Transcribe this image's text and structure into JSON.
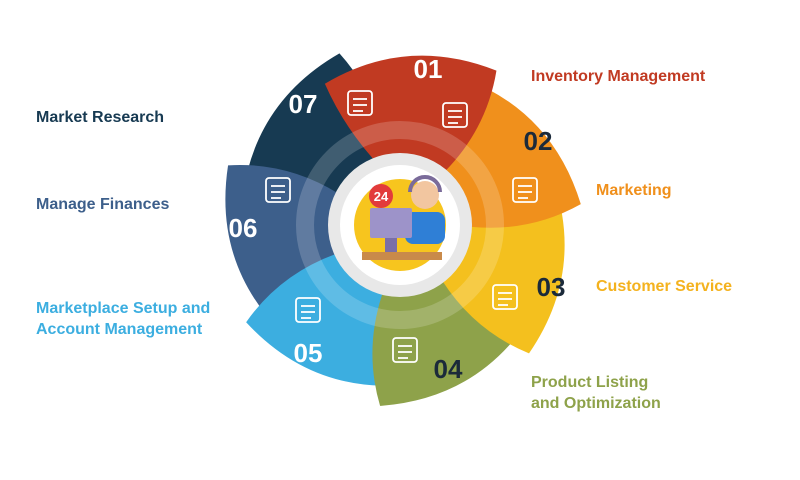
{
  "steps": [
    {
      "number": "01",
      "label": "Inventory Management",
      "color": "#c13a22",
      "icon": "inventory-icon"
    },
    {
      "number": "02",
      "label": "Marketing",
      "color": "#f0901c",
      "icon": "marketing-icon"
    },
    {
      "number": "03",
      "label": "Customer Service",
      "color": "#f4c01e",
      "icon": "customer-service-icon"
    },
    {
      "number": "04",
      "label": "Product Listing\nand Optimization",
      "color": "#8ea24a",
      "icon": "product-listing-icon"
    },
    {
      "number": "05",
      "label": "Marketplace Setup and\nAccount Management",
      "color": "#3caee0",
      "icon": "storefront-icon"
    },
    {
      "number": "06",
      "label": "Manage Finances",
      "color": "#3d5f8b",
      "icon": "calculator-icon"
    },
    {
      "number": "07",
      "label": "Market Research",
      "color": "#173a52",
      "icon": "research-icon"
    }
  ],
  "center": {
    "badge": "24",
    "icon": "support-agent-icon"
  }
}
